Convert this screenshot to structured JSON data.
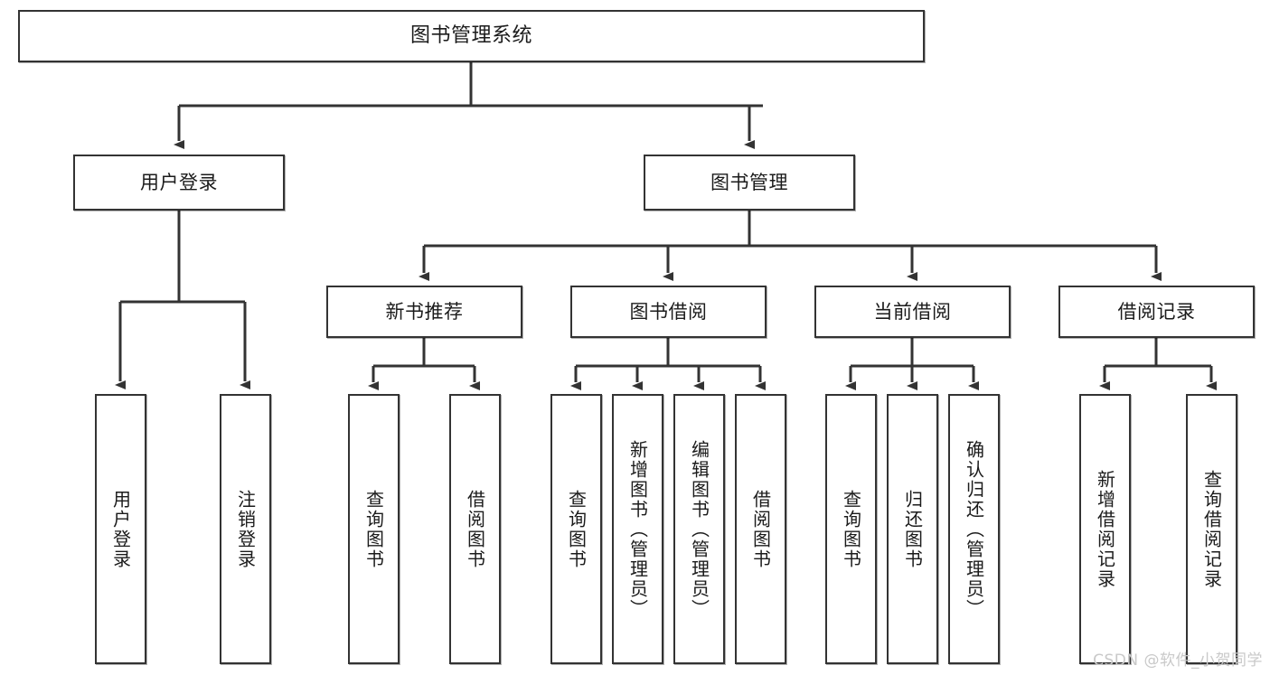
{
  "diagram": {
    "title": "图书管理系统",
    "type": "tree",
    "colors": {
      "box_border": "#333333",
      "box_fill": "#ffffff",
      "line": "#333333",
      "text": "#1b1b1b",
      "watermark": "#c9c9c9",
      "background": "#ffffff"
    },
    "root": {
      "id": "root",
      "label": "图书管理系统"
    },
    "level1": [
      {
        "id": "n-user-login",
        "label": "用户登录"
      },
      {
        "id": "n-book-manage",
        "label": "图书管理"
      }
    ],
    "level2": [
      {
        "id": "n-new-book-rec",
        "label": "新书推荐",
        "parent": "n-book-manage"
      },
      {
        "id": "n-book-borrow",
        "label": "图书借阅",
        "parent": "n-book-manage"
      },
      {
        "id": "n-current-borrow",
        "label": "当前借阅",
        "parent": "n-book-manage"
      },
      {
        "id": "n-borrow-record",
        "label": "借阅记录",
        "parent": "n-book-manage"
      }
    ],
    "leaves": [
      {
        "id": "l-user-login",
        "label": "用户登录",
        "parent": "n-user-login"
      },
      {
        "id": "l-logout",
        "label": "注销登录",
        "parent": "n-user-login"
      },
      {
        "id": "l-query-book-1",
        "label": "查询图书",
        "parent": "n-new-book-rec"
      },
      {
        "id": "l-borrow-book-1",
        "label": "借阅图书",
        "parent": "n-new-book-rec"
      },
      {
        "id": "l-query-book-2",
        "label": "查询图书",
        "parent": "n-book-borrow"
      },
      {
        "id": "l-add-book",
        "label": "新增图书（管理员）",
        "parent": "n-book-borrow"
      },
      {
        "id": "l-edit-book",
        "label": "编辑图书（管理员）",
        "parent": "n-book-borrow"
      },
      {
        "id": "l-borrow-book-2",
        "label": "借阅图书",
        "parent": "n-book-borrow"
      },
      {
        "id": "l-query-book-3",
        "label": "查询图书",
        "parent": "n-current-borrow"
      },
      {
        "id": "l-return-book",
        "label": "归还图书",
        "parent": "n-current-borrow"
      },
      {
        "id": "l-confirm-return",
        "label": "确认归还（管理员）",
        "parent": "n-current-borrow"
      },
      {
        "id": "l-add-record",
        "label": "新增借阅记录",
        "parent": "n-borrow-record"
      },
      {
        "id": "l-query-record",
        "label": "查询借阅记录",
        "parent": "n-borrow-record"
      }
    ],
    "watermark": "CSDN @软件_小贺同学"
  }
}
